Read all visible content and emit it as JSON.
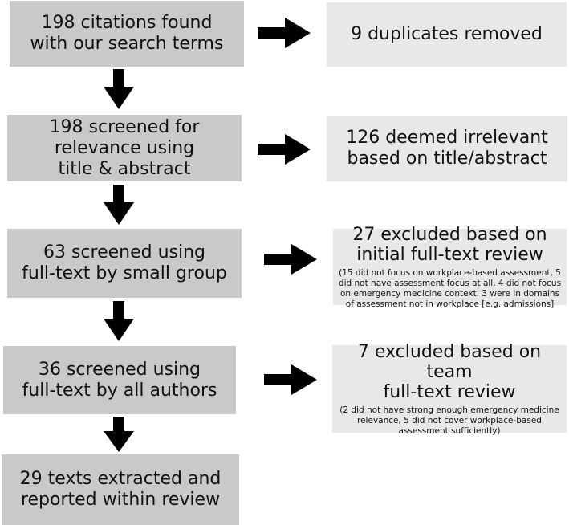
{
  "flow": {
    "steps": [
      "198 citations found\nwith our search terms",
      "198 screened for\nrelevance using\ntitle & abstract",
      "63 screened using\nfull-text by small group",
      "36 screened using\nfull-text by all authors",
      "29 texts extracted and\nreported within review"
    ],
    "exclusions": [
      {
        "title": "9 duplicates removed",
        "note": ""
      },
      {
        "title": "126 deemed irrelevant\nbased on title/abstract",
        "note": ""
      },
      {
        "title": "27 excluded based on\ninitial full-text review",
        "note": "(15 did not focus on workplace-based assessment, 5 did not have assessment focus at all, 4 did not focus on emergency medicine context, 3 were in domains of assessment not in workplace [e.g. admissions]"
      },
      {
        "title": "7 excluded based on team\nfull-text review",
        "note": "(2 did not have strong enough emergency medicine relevance, 5 did not cover workplace-based assessment sufficiently)"
      }
    ]
  },
  "colors": {
    "step_box": "#c9c9c9",
    "exclusion_box": "#e8e8e8",
    "arrow": "#000000"
  }
}
